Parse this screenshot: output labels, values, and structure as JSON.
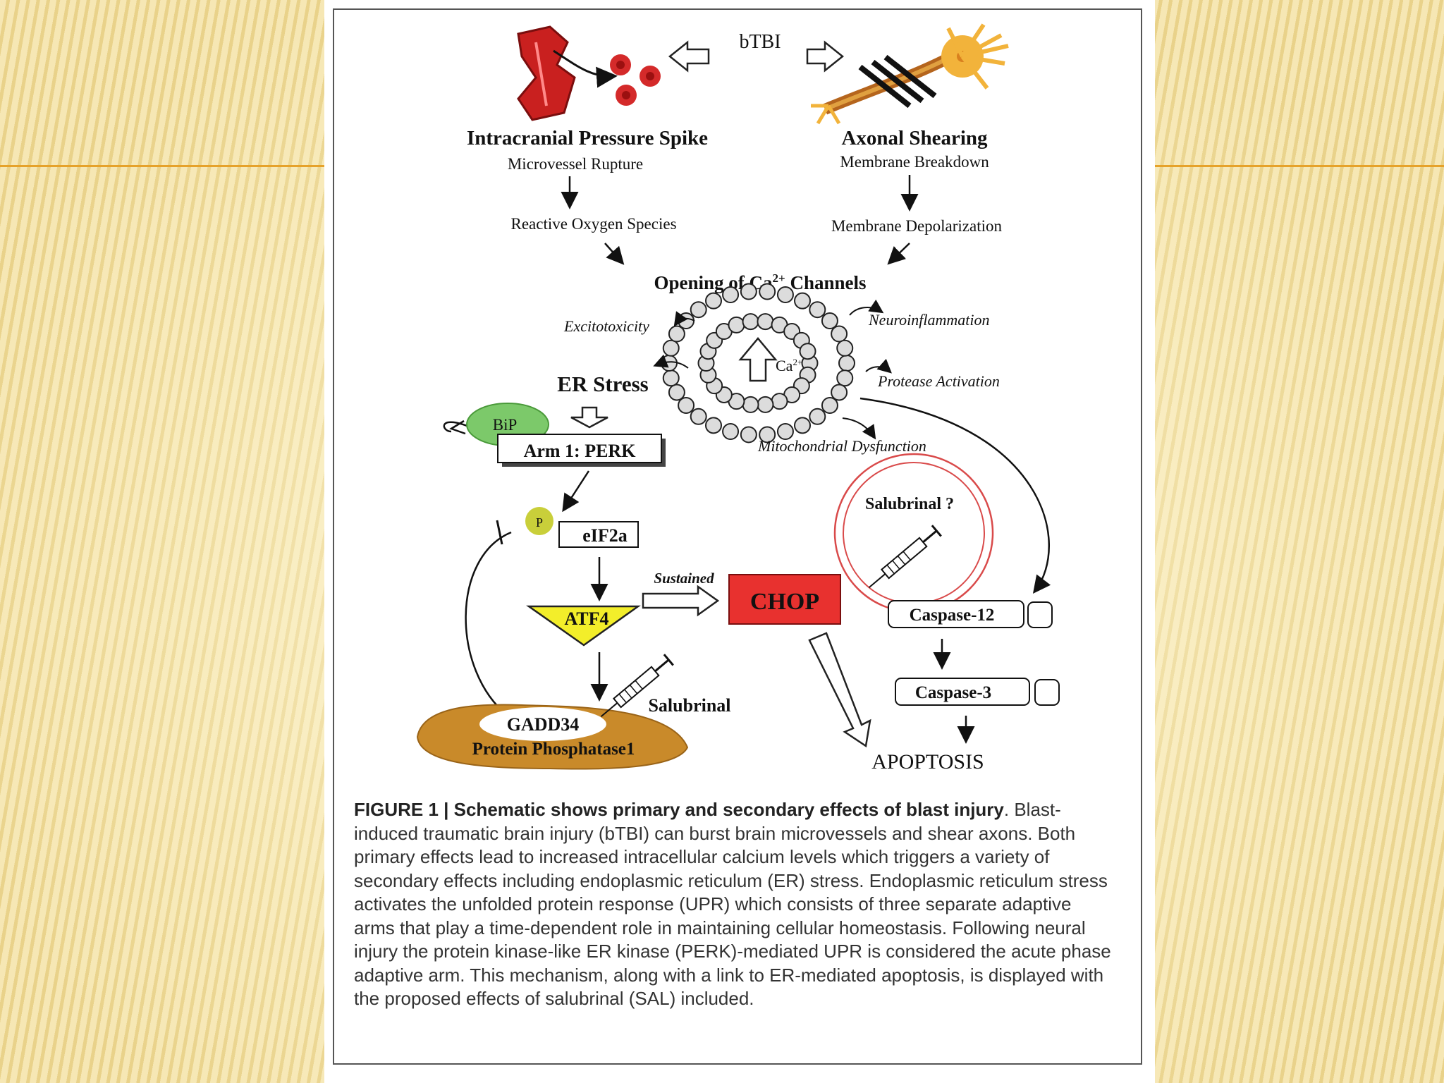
{
  "slide": {
    "colors": {
      "accent_rule": "#e6a22a",
      "chop": "#e8312f",
      "atf4": "#f3ee2a",
      "bip": "#7cc96a",
      "phos": "#c98a2a",
      "salubrinal_ring": "#d94a4a"
    }
  },
  "diagram": {
    "btbi": "bTBI",
    "left_branch": {
      "title": "Intracranial Pressure Spike",
      "sub": "Microvessel Rupture",
      "step": "Reactive Oxygen Species"
    },
    "right_branch": {
      "title": "Axonal Shearing",
      "sub": "Membrane Breakdown",
      "step": "Membrane Depolarization"
    },
    "calcium": {
      "title_pre": "Opening of Ca",
      "title_sup": "2+",
      "title_post": " Channels",
      "ion": "Ca",
      "ion_sup": "2+"
    },
    "effects": {
      "excitotoxicity": "Excitotoxicity",
      "neuroinflammation": "Neuroinflammation",
      "protease": "Protease Activation",
      "mito": "Mitochondrial Dysfunction"
    },
    "er_stress": "ER Stress",
    "bip": "BiP",
    "perk": "Arm 1: PERK",
    "phospho": "P",
    "eif2a": "eIF2a",
    "atf4": "ATF4",
    "sustained": "Sustained",
    "chop": "CHOP",
    "salubrinal_q": "Salubrinal ?",
    "salubrinal": "Salubrinal",
    "gadd34": "GADD34",
    "pp1": "Protein Phosphatase1",
    "caspase12": "Caspase-12",
    "caspase3": "Caspase-3",
    "apoptosis": "APOPTOSIS"
  },
  "caption": {
    "lead": "FIGURE 1 | Schematic shows primary and secondary effects of blast injury",
    "body": ". Blast-induced traumatic brain injury (bTBI) can burst brain microvessels and shear axons. Both primary effects lead to increased intracellular calcium levels which triggers a variety of secondary effects including endoplasmic reticulum (ER) stress. Endoplasmic reticulum stress activates the unfolded protein response (UPR) which consists of three separate adaptive arms that play a time-dependent role in maintaining cellular homeostasis. Following neural injury the protein kinase-like ER kinase (PERK)-mediated UPR is considered the acute phase adaptive arm. This mechanism, along with a link to ER-mediated apoptosis, is displayed with the proposed effects of salubrinal (SAL) included."
  }
}
